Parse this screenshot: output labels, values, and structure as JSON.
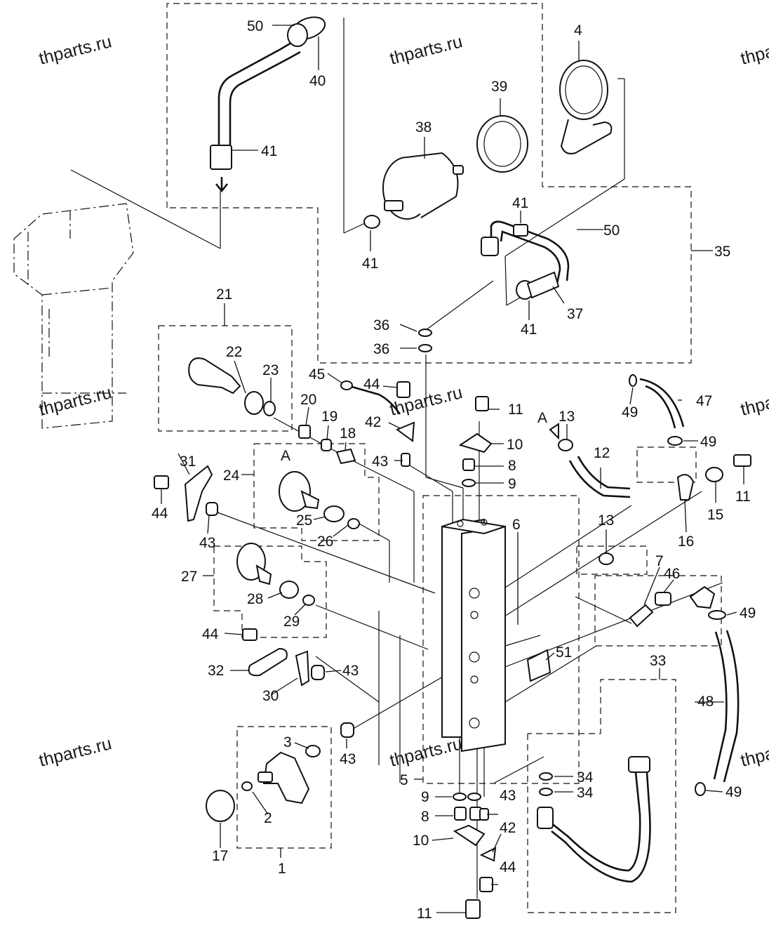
{
  "watermark": "thparts.ru",
  "labels": {
    "l1": "1",
    "l2": "2",
    "l3": "3",
    "l4": "4",
    "l5": "5",
    "l6": "6",
    "l7": "7",
    "l8": "8",
    "l9": "9",
    "l10": "10",
    "l11": "11",
    "l12": "12",
    "l13": "13",
    "l15": "15",
    "l16": "16",
    "l17": "17",
    "l18": "18",
    "l19": "19",
    "l20": "20",
    "l21": "21",
    "l22": "22",
    "l23": "23",
    "l24": "24",
    "l25": "25",
    "l26": "26",
    "l27": "27",
    "l28": "28",
    "l29": "29",
    "l30": "30",
    "l31": "31",
    "l32": "32",
    "l33": "33",
    "l34": "34",
    "l35": "35",
    "l36": "36",
    "l37": "37",
    "l38": "38",
    "l39": "39",
    "l40": "40",
    "l41": "41",
    "l42": "42",
    "l43": "43",
    "l44": "44",
    "l45": "45",
    "l46": "46",
    "l47": "47",
    "l48": "48",
    "l49": "49",
    "l50": "50",
    "l51": "51",
    "lA": "A"
  }
}
